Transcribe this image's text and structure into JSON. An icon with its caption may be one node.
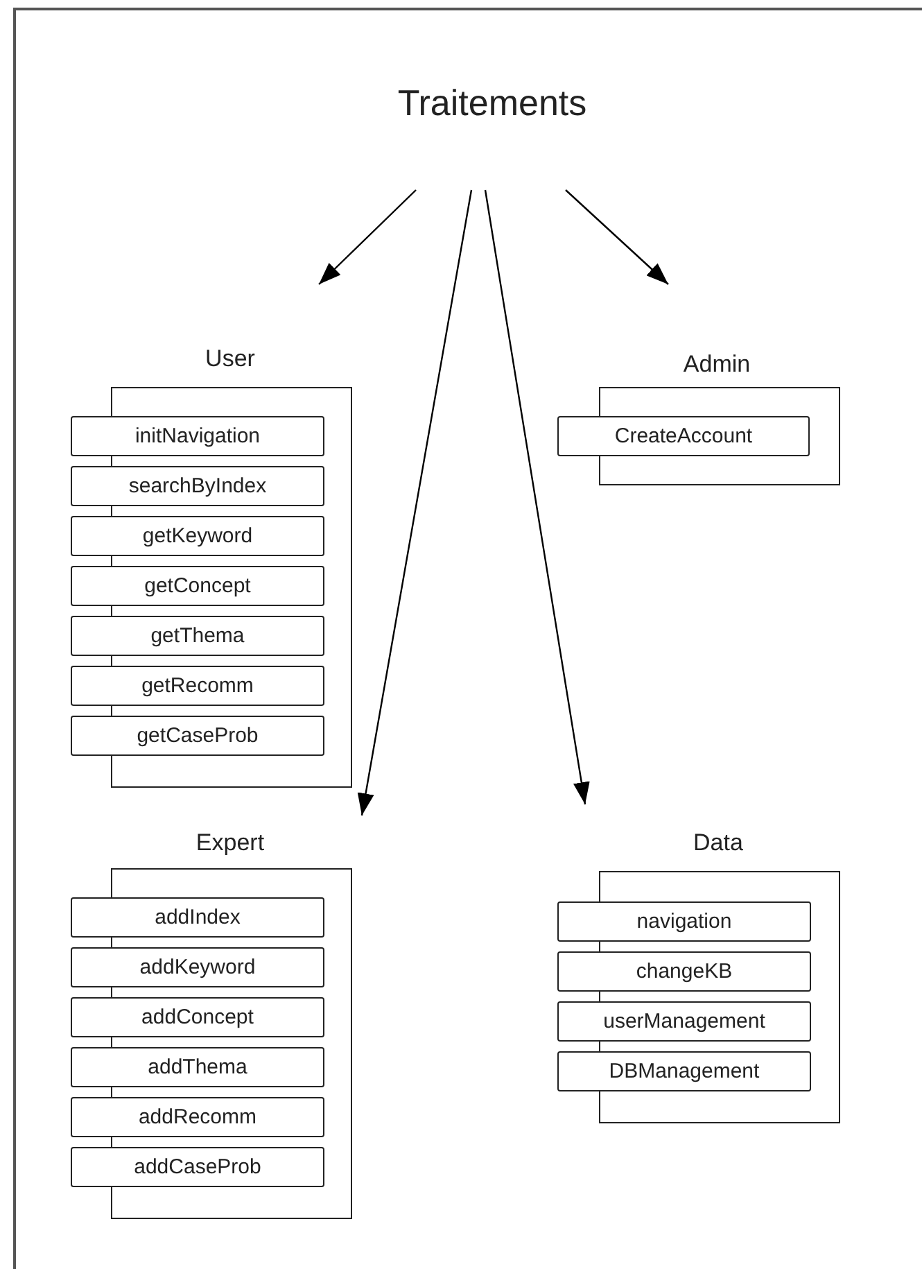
{
  "diagram": {
    "nodes": [
      {
        "text": [
          "Traitements"
        ]
      },
      {
        "text": [
          "User"
        ]
      },
      {
        "text": [
          "initNavigation"
        ],
        "in": 1
      },
      {
        "text": [
          "searchByIndex"
        ],
        "in": 1
      },
      {
        "text": [
          "getKeyword"
        ],
        "in": 1
      },
      {
        "text": [
          "getConcept"
        ],
        "in": 1
      },
      {
        "text": [
          "getThema"
        ],
        "in": 1
      },
      {
        "text": [
          "getRecomm"
        ],
        "in": 1
      },
      {
        "text": [
          "getCaseProb"
        ],
        "in": 1
      },
      {
        "text": [
          "Admin"
        ]
      },
      {
        "text": [
          "CreateAccount"
        ],
        "in": 9
      },
      {
        "text": [
          "Expert"
        ]
      },
      {
        "text": [
          "addIndex"
        ],
        "in": 11
      },
      {
        "text": [
          "addKeyword"
        ],
        "in": 11
      },
      {
        "text": [
          "addConcept"
        ],
        "in": 11
      },
      {
        "text": [
          "addThema"
        ],
        "in": 11
      },
      {
        "text": [
          "addRecomm"
        ],
        "in": 11
      },
      {
        "text": [
          "addCaseProb"
        ],
        "in": 11
      },
      {
        "text": [
          "Data"
        ]
      },
      {
        "text": [
          "navigation"
        ],
        "in": 18
      },
      {
        "text": [
          "changeKB"
        ],
        "in": 18
      },
      {
        "text": [
          "userManagement"
        ],
        "in": 18
      },
      {
        "text": [
          "DBManagement"
        ],
        "in": 18
      }
    ],
    "edges": [
      {
        "from": 0,
        "to": 1,
        "arrow": "to"
      },
      {
        "from": 0,
        "to": 9,
        "arrow": "to"
      },
      {
        "from": 0,
        "to": 11,
        "arrow": "to"
      },
      {
        "from": 0,
        "to": 18,
        "arrow": "to"
      }
    ]
  }
}
